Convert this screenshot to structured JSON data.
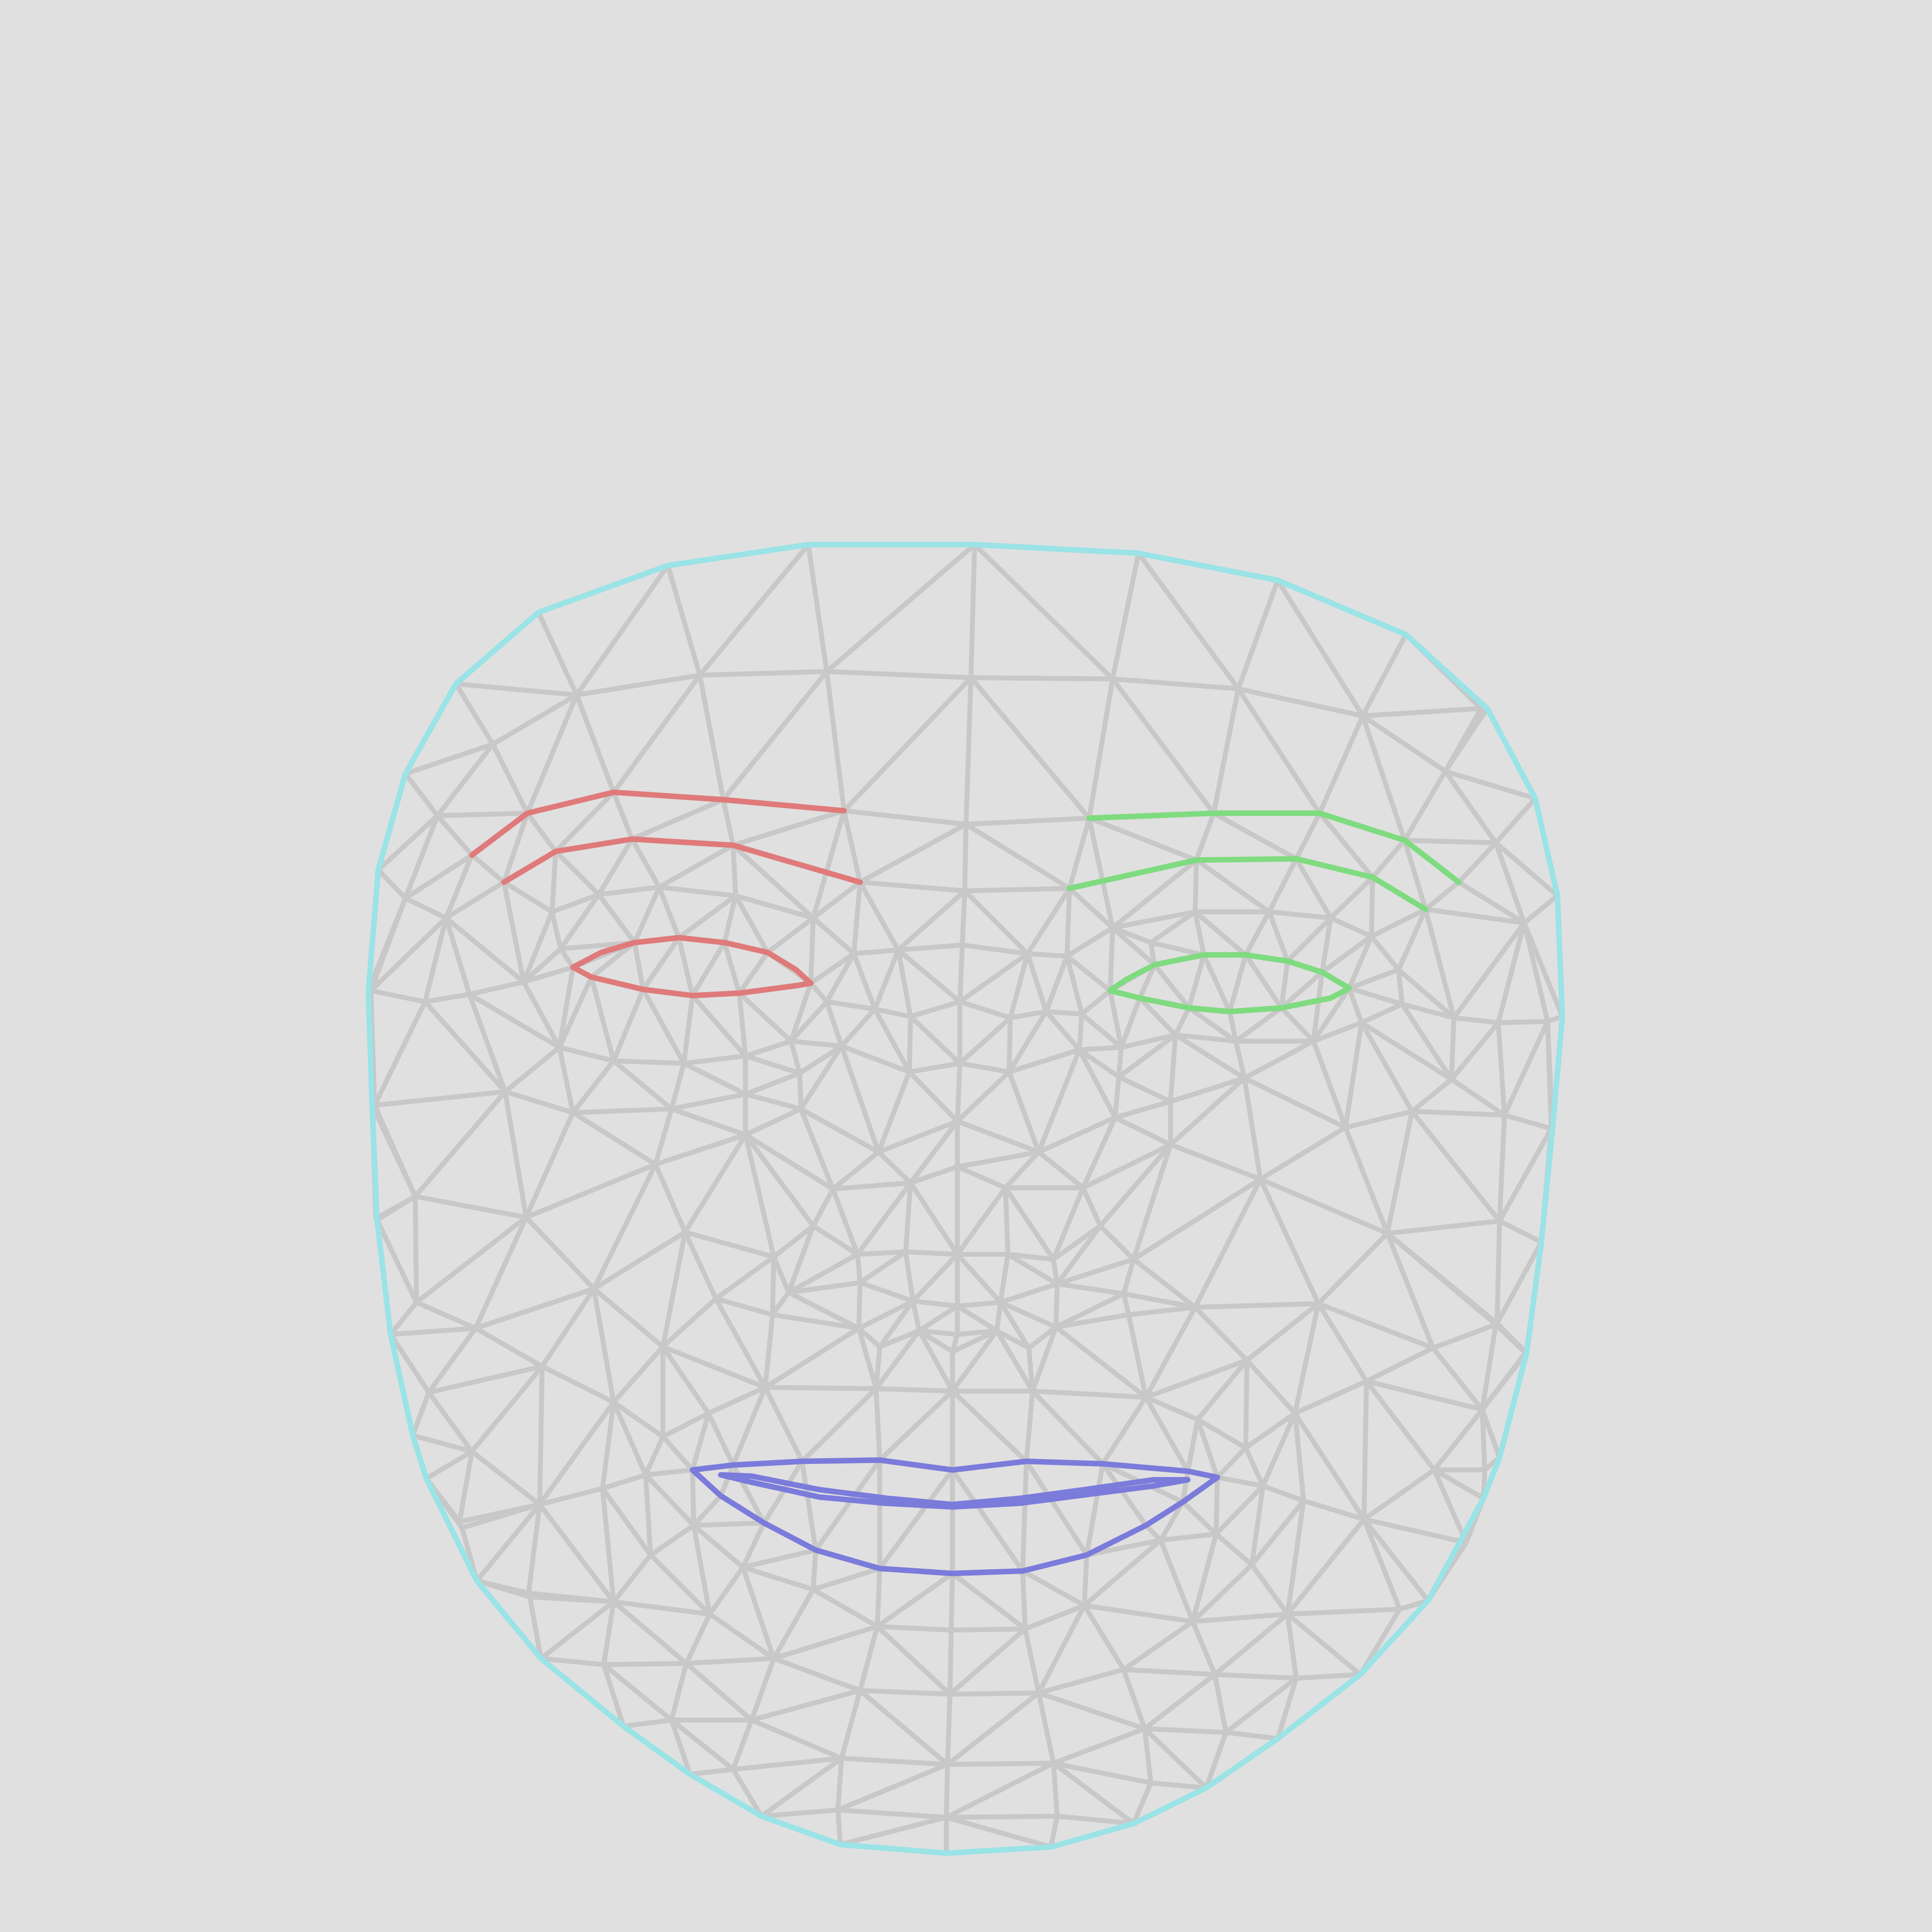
{
  "background_color": "#e0e0e0",
  "colors": {
    "mesh": "#c8c8c8",
    "face_oval": "#9ae3e6",
    "right_eye_and_brow": "#e07a7a",
    "left_eye_and_brow": "#7fdb7f",
    "lips": "#7b7bdb"
  },
  "regions": [
    "face-oval",
    "right-brow",
    "right-eye",
    "left-brow",
    "left-eye",
    "outer-lips",
    "inner-lips",
    "face-mesh"
  ]
}
